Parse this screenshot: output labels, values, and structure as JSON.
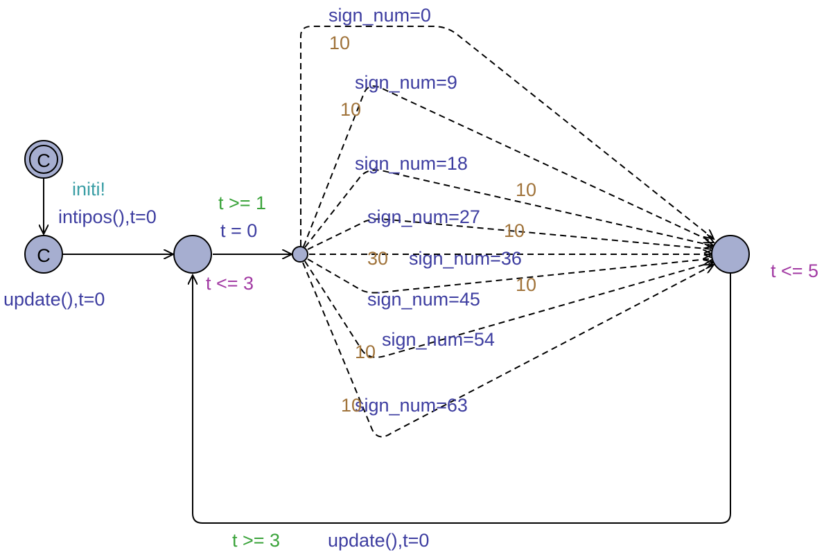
{
  "colors": {
    "state_fill": "#a6aed0",
    "sync": "#3a9ea5",
    "update": "#3d3da0",
    "guard": "#3aa33a",
    "invariant": "#a23aa3",
    "probability": "#a0733a"
  },
  "states": {
    "init_marker": "C",
    "committed_marker": "C"
  },
  "edges": {
    "init": {
      "sync": "initi!",
      "update": "intipos(),t=0"
    },
    "committed": {
      "update": "update(),t=0"
    },
    "to_branch": {
      "guard": "t >= 1",
      "update": "t = 0"
    },
    "loop_back": {
      "guard": "t >= 3",
      "update": "update(),t=0"
    }
  },
  "invariants": {
    "wait": "t <= 3",
    "target": "t <= 5"
  },
  "branches": [
    {
      "update": "sign_num=0",
      "weight": "10"
    },
    {
      "update": "sign_num=9",
      "weight": "10"
    },
    {
      "update": "sign_num=18",
      "weight": "10"
    },
    {
      "update": "sign_num=27",
      "weight": "10"
    },
    {
      "update": "sign_num=36",
      "weight": "30"
    },
    {
      "update": "sign_num=45",
      "weight": "10"
    },
    {
      "update": "sign_num=54",
      "weight": "10"
    },
    {
      "update": "sign_num=63",
      "weight": "10"
    }
  ]
}
